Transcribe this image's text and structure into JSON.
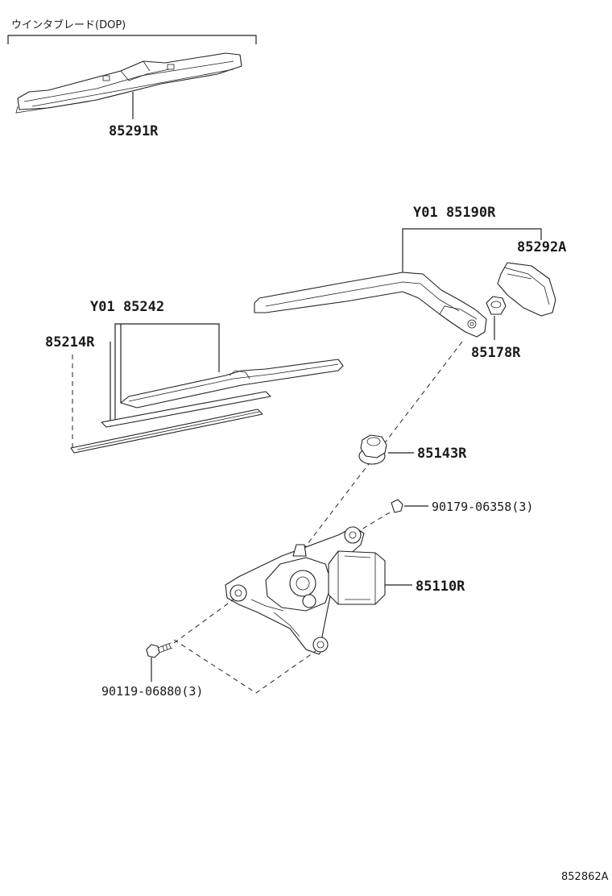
{
  "section": {
    "title": "ウインタブレード(DOP)"
  },
  "parts": {
    "blade_dop": "85291R",
    "arm_assembly": "Y01 85190R",
    "arm_cap": "85292A",
    "blade_assembly": "Y01 85242",
    "blade_rubber": "85214R",
    "arm_nut": "85178R",
    "pivot_bushing": "85143R",
    "motor_screw_upper": "90179-06358(3)",
    "wiper_motor": "85110R",
    "motor_bolt_lower": "90119-06880(3)"
  },
  "diagram_code": "852862A"
}
